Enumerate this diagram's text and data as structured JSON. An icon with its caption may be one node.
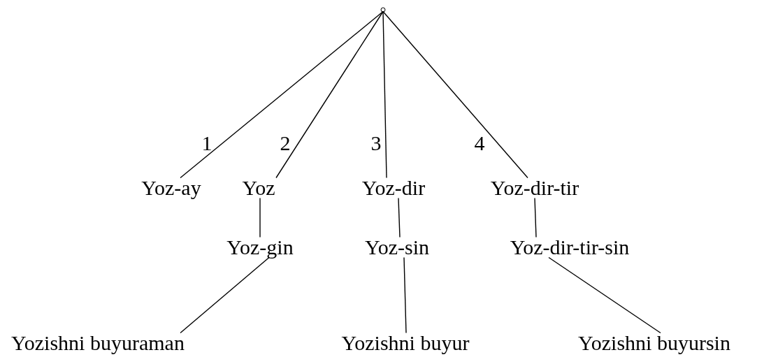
{
  "diagram": {
    "nodes": [
      {
        "text": [],
        "shape": "circle"
      },
      {
        "text": [
          "Yoz-ay"
        ]
      },
      {
        "text": [
          "Yoz"
        ]
      },
      {
        "text": [
          "Yoz-dir"
        ]
      },
      {
        "text": [
          "Yoz-dir-tir"
        ]
      },
      {
        "text": [
          "Yoz-gin"
        ]
      },
      {
        "text": [
          "Yoz-sin"
        ]
      },
      {
        "text": [
          "Yoz-dir-tir-sin"
        ]
      },
      {
        "text": [
          "Yozishni buyuraman"
        ]
      },
      {
        "text": [
          "Yozishni buyur"
        ]
      },
      {
        "text": [
          "Yozishni buyursin"
        ]
      }
    ],
    "edges": [
      {
        "from": 0,
        "to": 1,
        "arrow": "none"
      },
      {
        "from": 0,
        "to": 2,
        "arrow": "none"
      },
      {
        "from": 0,
        "to": 3,
        "arrow": "none"
      },
      {
        "from": 0,
        "to": 4,
        "arrow": "none"
      },
      {
        "from": 2,
        "to": 5,
        "arrow": "none"
      },
      {
        "from": 3,
        "to": 6,
        "arrow": "none"
      },
      {
        "from": 4,
        "to": 7,
        "arrow": "none"
      },
      {
        "from": 5,
        "to": 8,
        "arrow": "none"
      },
      {
        "from": 6,
        "to": 9,
        "arrow": "none"
      },
      {
        "from": 7,
        "to": 10,
        "arrow": "none"
      }
    ],
    "labels": [
      "1",
      "2",
      "3",
      "4"
    ]
  }
}
